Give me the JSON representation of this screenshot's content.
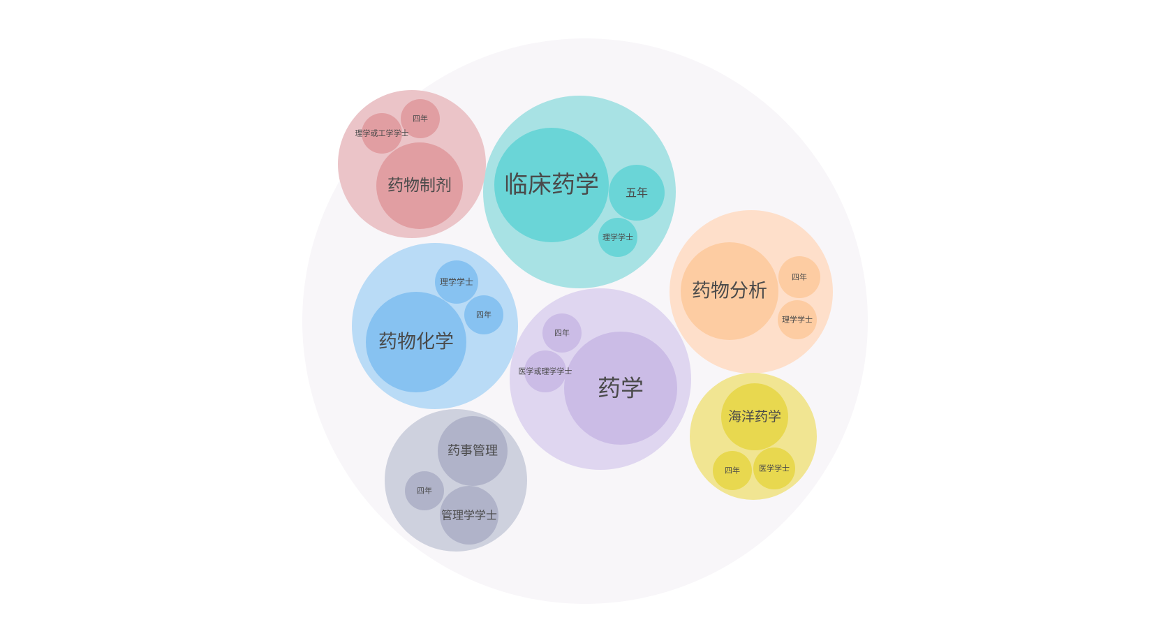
{
  "chart_data": {
    "type": "circle-packing",
    "root_color": "#f8f6f9",
    "groups": [
      {
        "name": "临床药学",
        "outer_color": "#a8e2e4",
        "inner_color": "#6ad5d7",
        "children": [
          {
            "name": "临床药学",
            "value": 2.4
          },
          {
            "name": "五年",
            "value": 0.6
          },
          {
            "name": "理学学士",
            "value": 0.28
          }
        ]
      },
      {
        "name": "药学",
        "outer_color": "#dfd6f0",
        "inner_color": "#cbbce6",
        "children": [
          {
            "name": "药学",
            "value": 2.3
          },
          {
            "name": "四年",
            "value": 0.27
          },
          {
            "name": "医学或理学学士",
            "value": 0.3
          }
        ]
      },
      {
        "name": "药物化学",
        "outer_color": "#b9dbf6",
        "inner_color": "#87c2f1",
        "children": [
          {
            "name": "药物化学",
            "value": 1.8
          },
          {
            "name": "理学学士",
            "value": 0.34
          },
          {
            "name": "四年",
            "value": 0.28
          }
        ]
      },
      {
        "name": "药物分析",
        "outer_color": "#fedfca",
        "inner_color": "#fdcca2",
        "children": [
          {
            "name": "药物分析",
            "value": 1.75
          },
          {
            "name": "四年",
            "value": 0.3
          },
          {
            "name": "理学学士",
            "value": 0.28
          }
        ]
      },
      {
        "name": "药物制剂",
        "outer_color": "#ebc4c8",
        "inner_color": "#e19ea2",
        "children": [
          {
            "name": "药物制剂",
            "value": 1.35
          },
          {
            "name": "四年",
            "value": 0.27
          },
          {
            "name": "理学或工学学士",
            "value": 0.29
          }
        ]
      },
      {
        "name": "药事管理",
        "outer_color": "#ced1de",
        "inner_color": "#b0b3c9",
        "children": [
          {
            "name": "药事管理",
            "value": 0.85
          },
          {
            "name": "管理学学士",
            "value": 0.63
          },
          {
            "name": "四年",
            "value": 0.28
          }
        ]
      },
      {
        "name": "海洋药学",
        "outer_color": "#f1e592",
        "inner_color": "#e8d84f",
        "children": [
          {
            "name": "海洋药学",
            "value": 0.81
          },
          {
            "name": "四年",
            "value": 0.28
          },
          {
            "name": "医学学士",
            "value": 0.31
          }
        ]
      }
    ]
  }
}
